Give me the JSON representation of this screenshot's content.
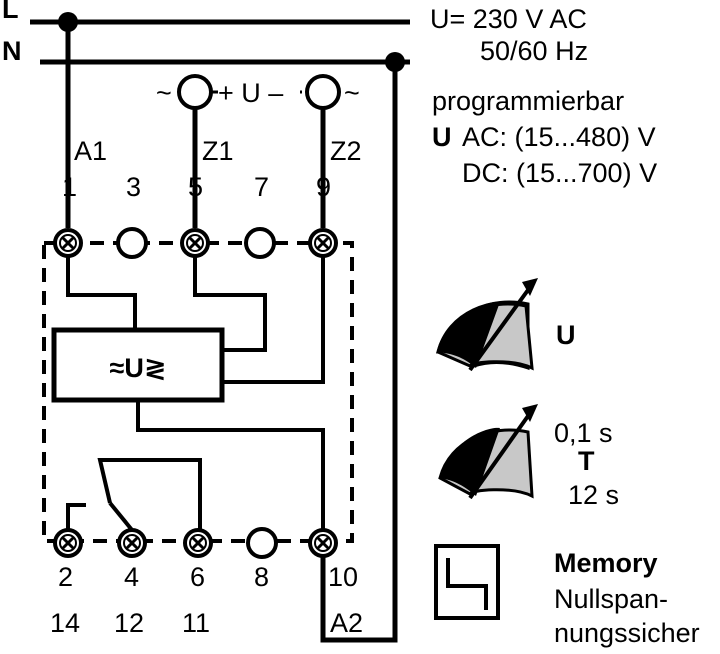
{
  "lines": {
    "L": "L",
    "N": "N"
  },
  "supply": {
    "voltage": "U= 230 V AC",
    "frequency": "50/60 Hz"
  },
  "programmable": {
    "heading": "programmierbar",
    "ac_symbol": "U",
    "ac_text": "AC: (15...480) V",
    "dc_text": "DC: (15...700) V"
  },
  "measure_input": {
    "left": "~",
    "mid": "+ U –",
    "right": "~"
  },
  "top_terminals": [
    {
      "name": "A1",
      "number": "1"
    },
    {
      "name": "",
      "number": "3"
    },
    {
      "name": "Z1",
      "number": "5"
    },
    {
      "name": "",
      "number": "7"
    },
    {
      "name": "Z2",
      "number": "9"
    }
  ],
  "module_label": "≈U≷",
  "bottom_terminals": [
    {
      "number": "2",
      "sub": "14"
    },
    {
      "number": "4",
      "sub": "12"
    },
    {
      "number": "6",
      "sub": "11"
    },
    {
      "number": "8",
      "sub": ""
    },
    {
      "number": "10",
      "sub": "A2"
    }
  ],
  "voltage_setting": {
    "label": "U"
  },
  "time_setting": {
    "min": "0,1 s",
    "symbol": "T",
    "max": "12 s"
  },
  "memory": {
    "title": "Memory",
    "line1": "Nullspan-",
    "line2": "nungssicher"
  },
  "colors": {
    "ink": "#000000",
    "dial_fill": "#c8c8c8",
    "background": "#ffffff"
  }
}
